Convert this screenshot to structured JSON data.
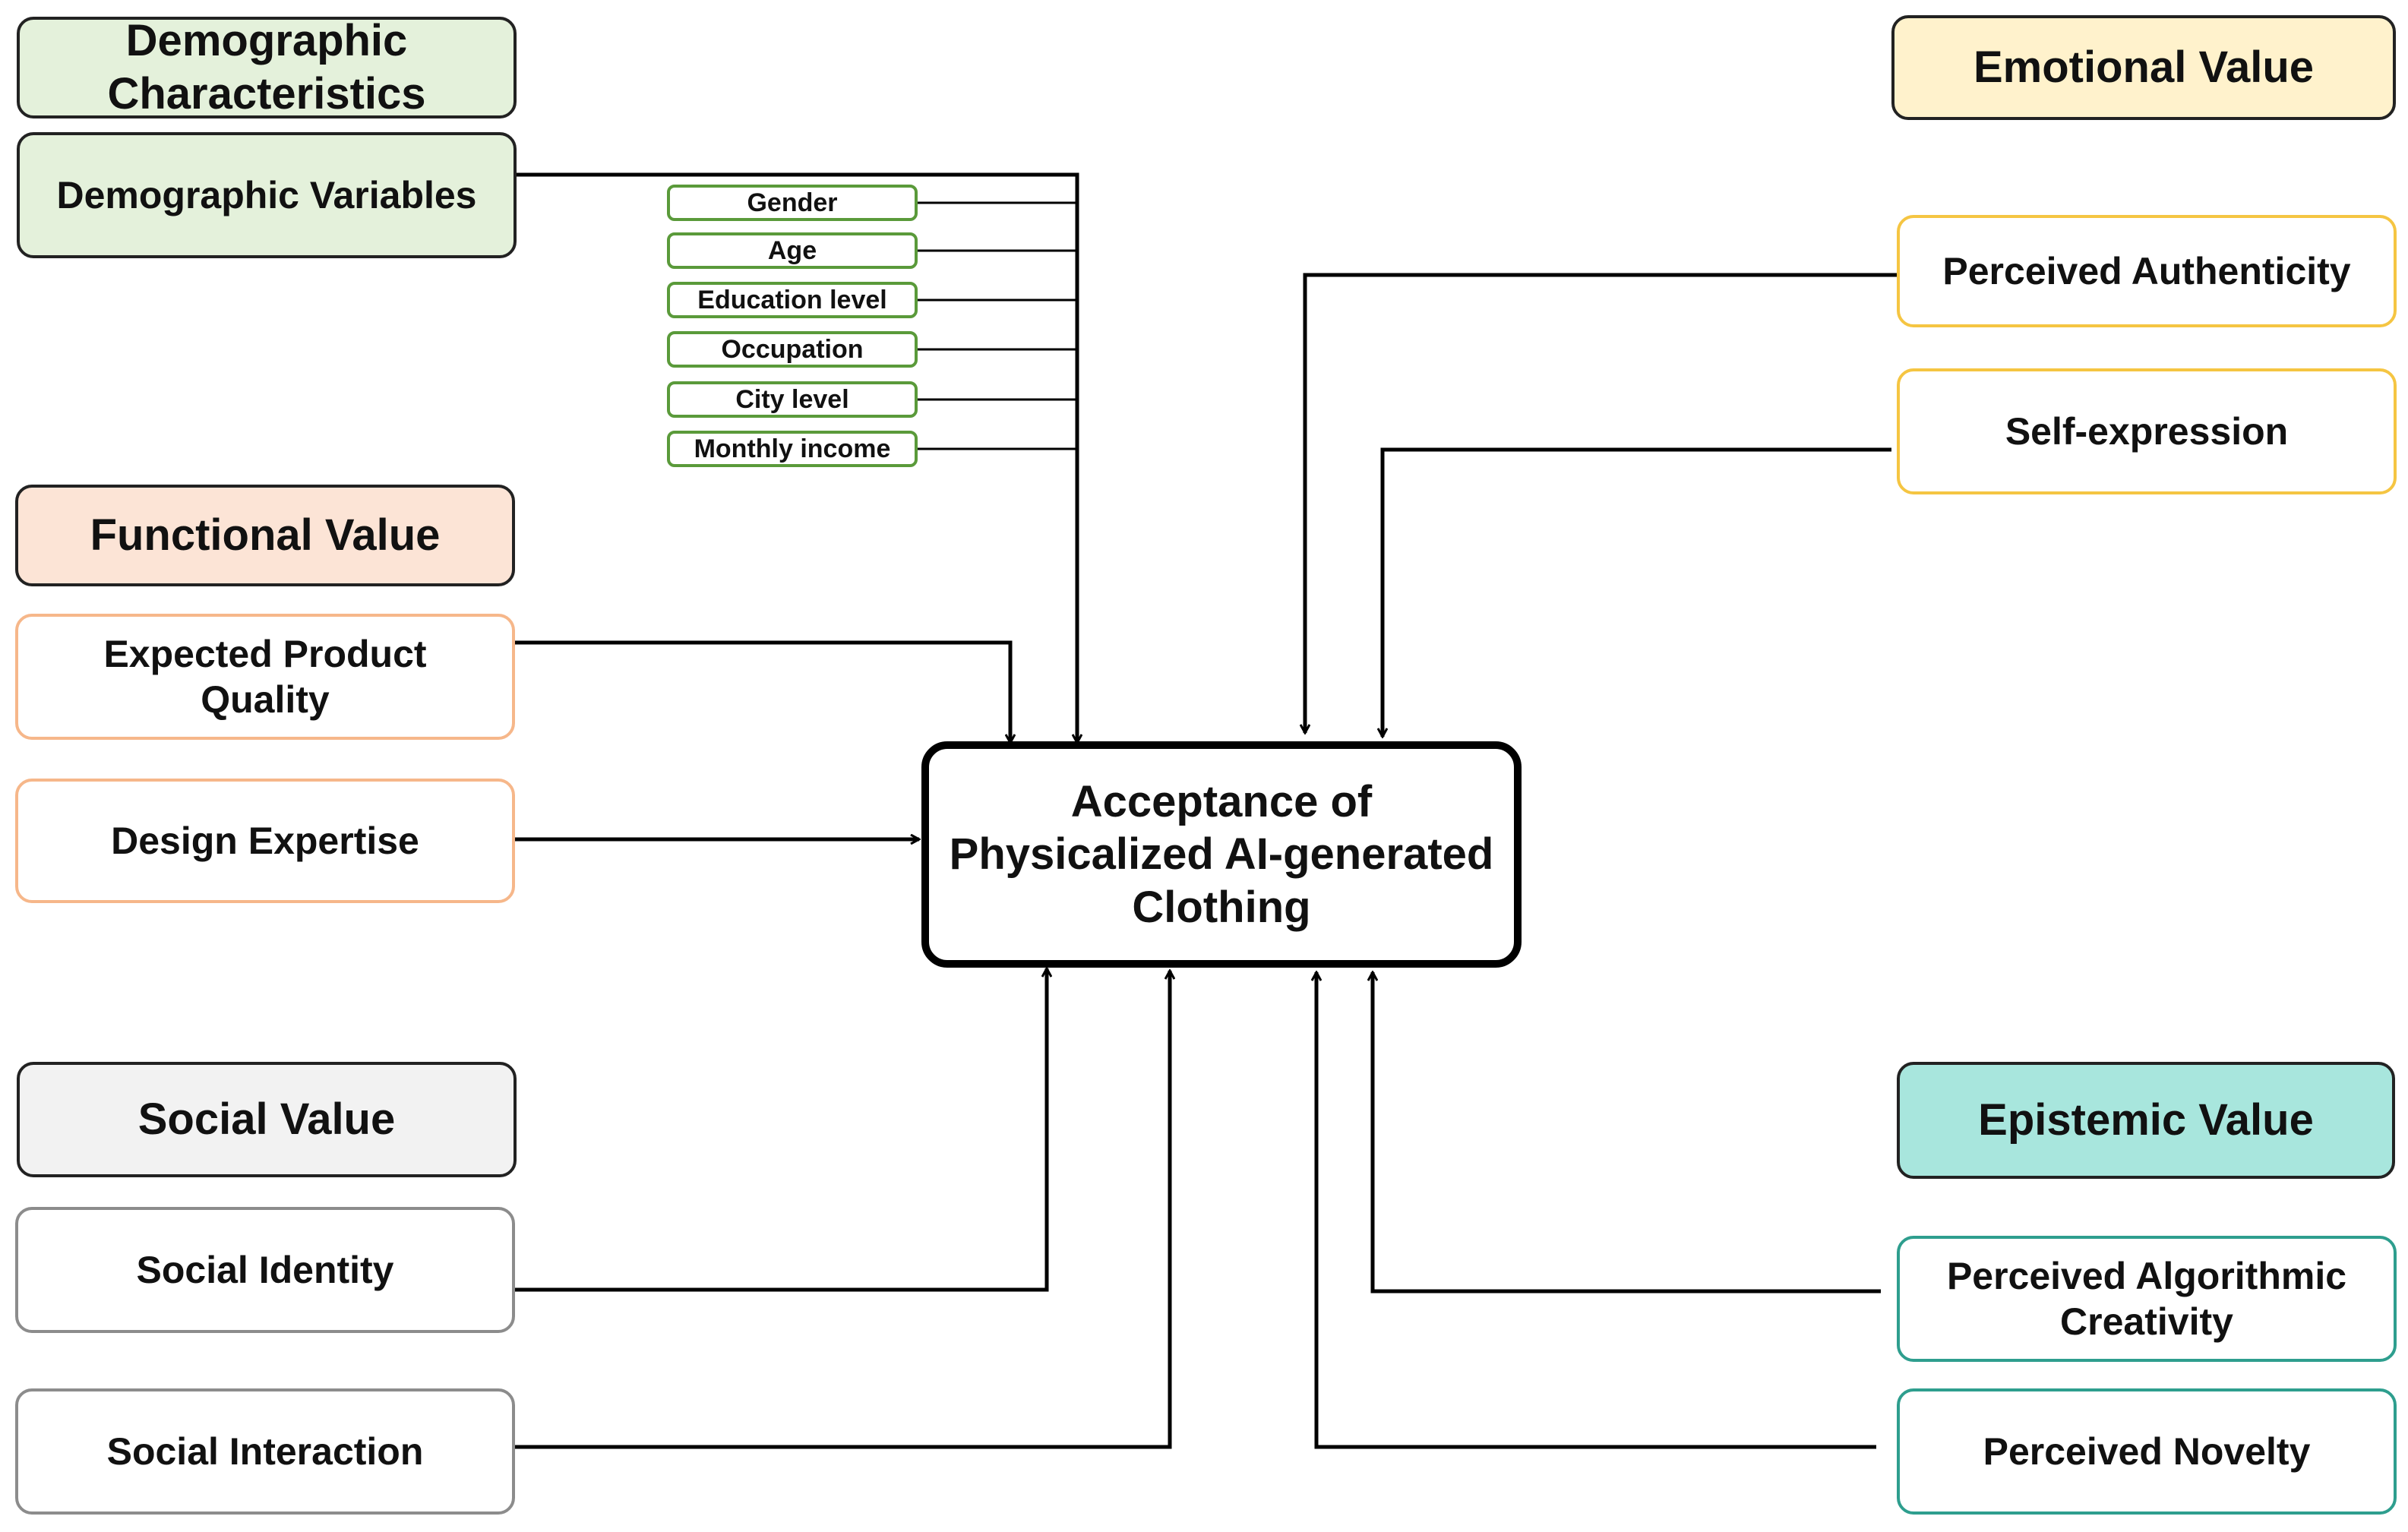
{
  "colors": {
    "demographic_fill": "#e4f1db",
    "demographic_border": "#5a9a3a",
    "functional_fill": "#fce4d6",
    "functional_border": "#f6b78a",
    "emotional_fill": "#fff2cc",
    "emotional_border": "#f5c542",
    "social_fill": "#f2f2f2",
    "social_border": "#8c8c8c",
    "epistemic_fill": "#a8e6dd",
    "epistemic_border": "#2e9e8e"
  },
  "groups": {
    "demographic": {
      "title": "Demographic Characteristics",
      "items": [
        "Demographic Variables"
      ]
    },
    "functional": {
      "title": "Functional Value",
      "items": [
        "Expected Product Quality",
        "Design Expertise"
      ]
    },
    "social": {
      "title": "Social Value",
      "items": [
        "Social Identity",
        "Social Interaction"
      ]
    },
    "emotional": {
      "title": "Emotional Value",
      "items": [
        "Perceived Authenticity",
        "Self-expression"
      ]
    },
    "epistemic": {
      "title": "Epistemic Value",
      "items": [
        "Perceived Algorithmic Creativity",
        "Perceived Novelty"
      ]
    }
  },
  "demographic_variables": [
    "Gender",
    "Age",
    "Education level",
    "Occupation",
    "City level",
    "Monthly income"
  ],
  "outcome": "Acceptance of Physicalized AI-generated Clothing"
}
